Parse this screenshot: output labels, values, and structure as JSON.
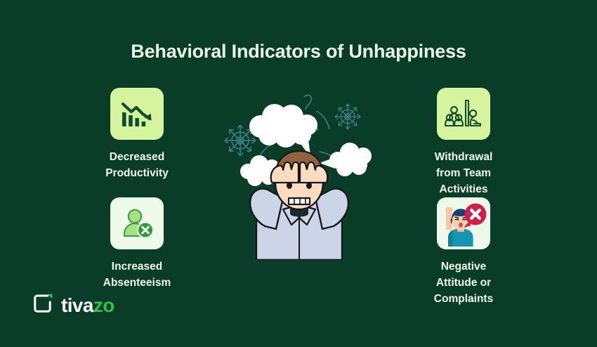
{
  "page": {
    "title": "Behavioral Indicators of Unhappiness",
    "background_color": "#0a3d28",
    "title_color": "#eaf7e4"
  },
  "features": [
    {
      "id": "decreased-productivity",
      "label": "Decreased\nProductivity",
      "icon": "declining-bar-chart-icon",
      "tile_color": "#d6f49d",
      "icon_color": "#0f4d2e"
    },
    {
      "id": "withdrawal-from-team-activities",
      "label": "Withdrawal\nfrom Team\nActivities",
      "icon": "person-isolated-behind-wall-icon",
      "tile_color": "#d6f49d",
      "icon_color": "#0f4d2e"
    },
    {
      "id": "increased-absenteeism",
      "label": "Increased\nAbsenteeism",
      "icon": "user-with-x-badge-icon",
      "tile_color": "#eefaea",
      "icon_color": "#8fd573",
      "badge_color": "#2e9e33"
    },
    {
      "id": "negative-attitude-or-complaints",
      "label": "Negative\nAttitude or\nComplaints",
      "icon": "person-complaining-with-red-x-icon",
      "tile_color": "#edfaea",
      "badge_color": "#cf1f4e",
      "shirt_color": "#1596b0",
      "hair_color": "#1b3f74"
    }
  ],
  "illustration": {
    "name": "stressed-person-holding-head-illustration",
    "shirt_color": "#ccd4e8",
    "skin_color": "#fbdcc0",
    "hair_color": "#8f6240",
    "bubble_color": "#ffffff",
    "motif_color": "#3e7f86"
  },
  "logo": {
    "mark": "tivazo-square-mark-icon",
    "text_primary": "tiva",
    "text_accent": "zo",
    "accent_color": "#2ec14b",
    "primary_color": "#ffffff"
  }
}
